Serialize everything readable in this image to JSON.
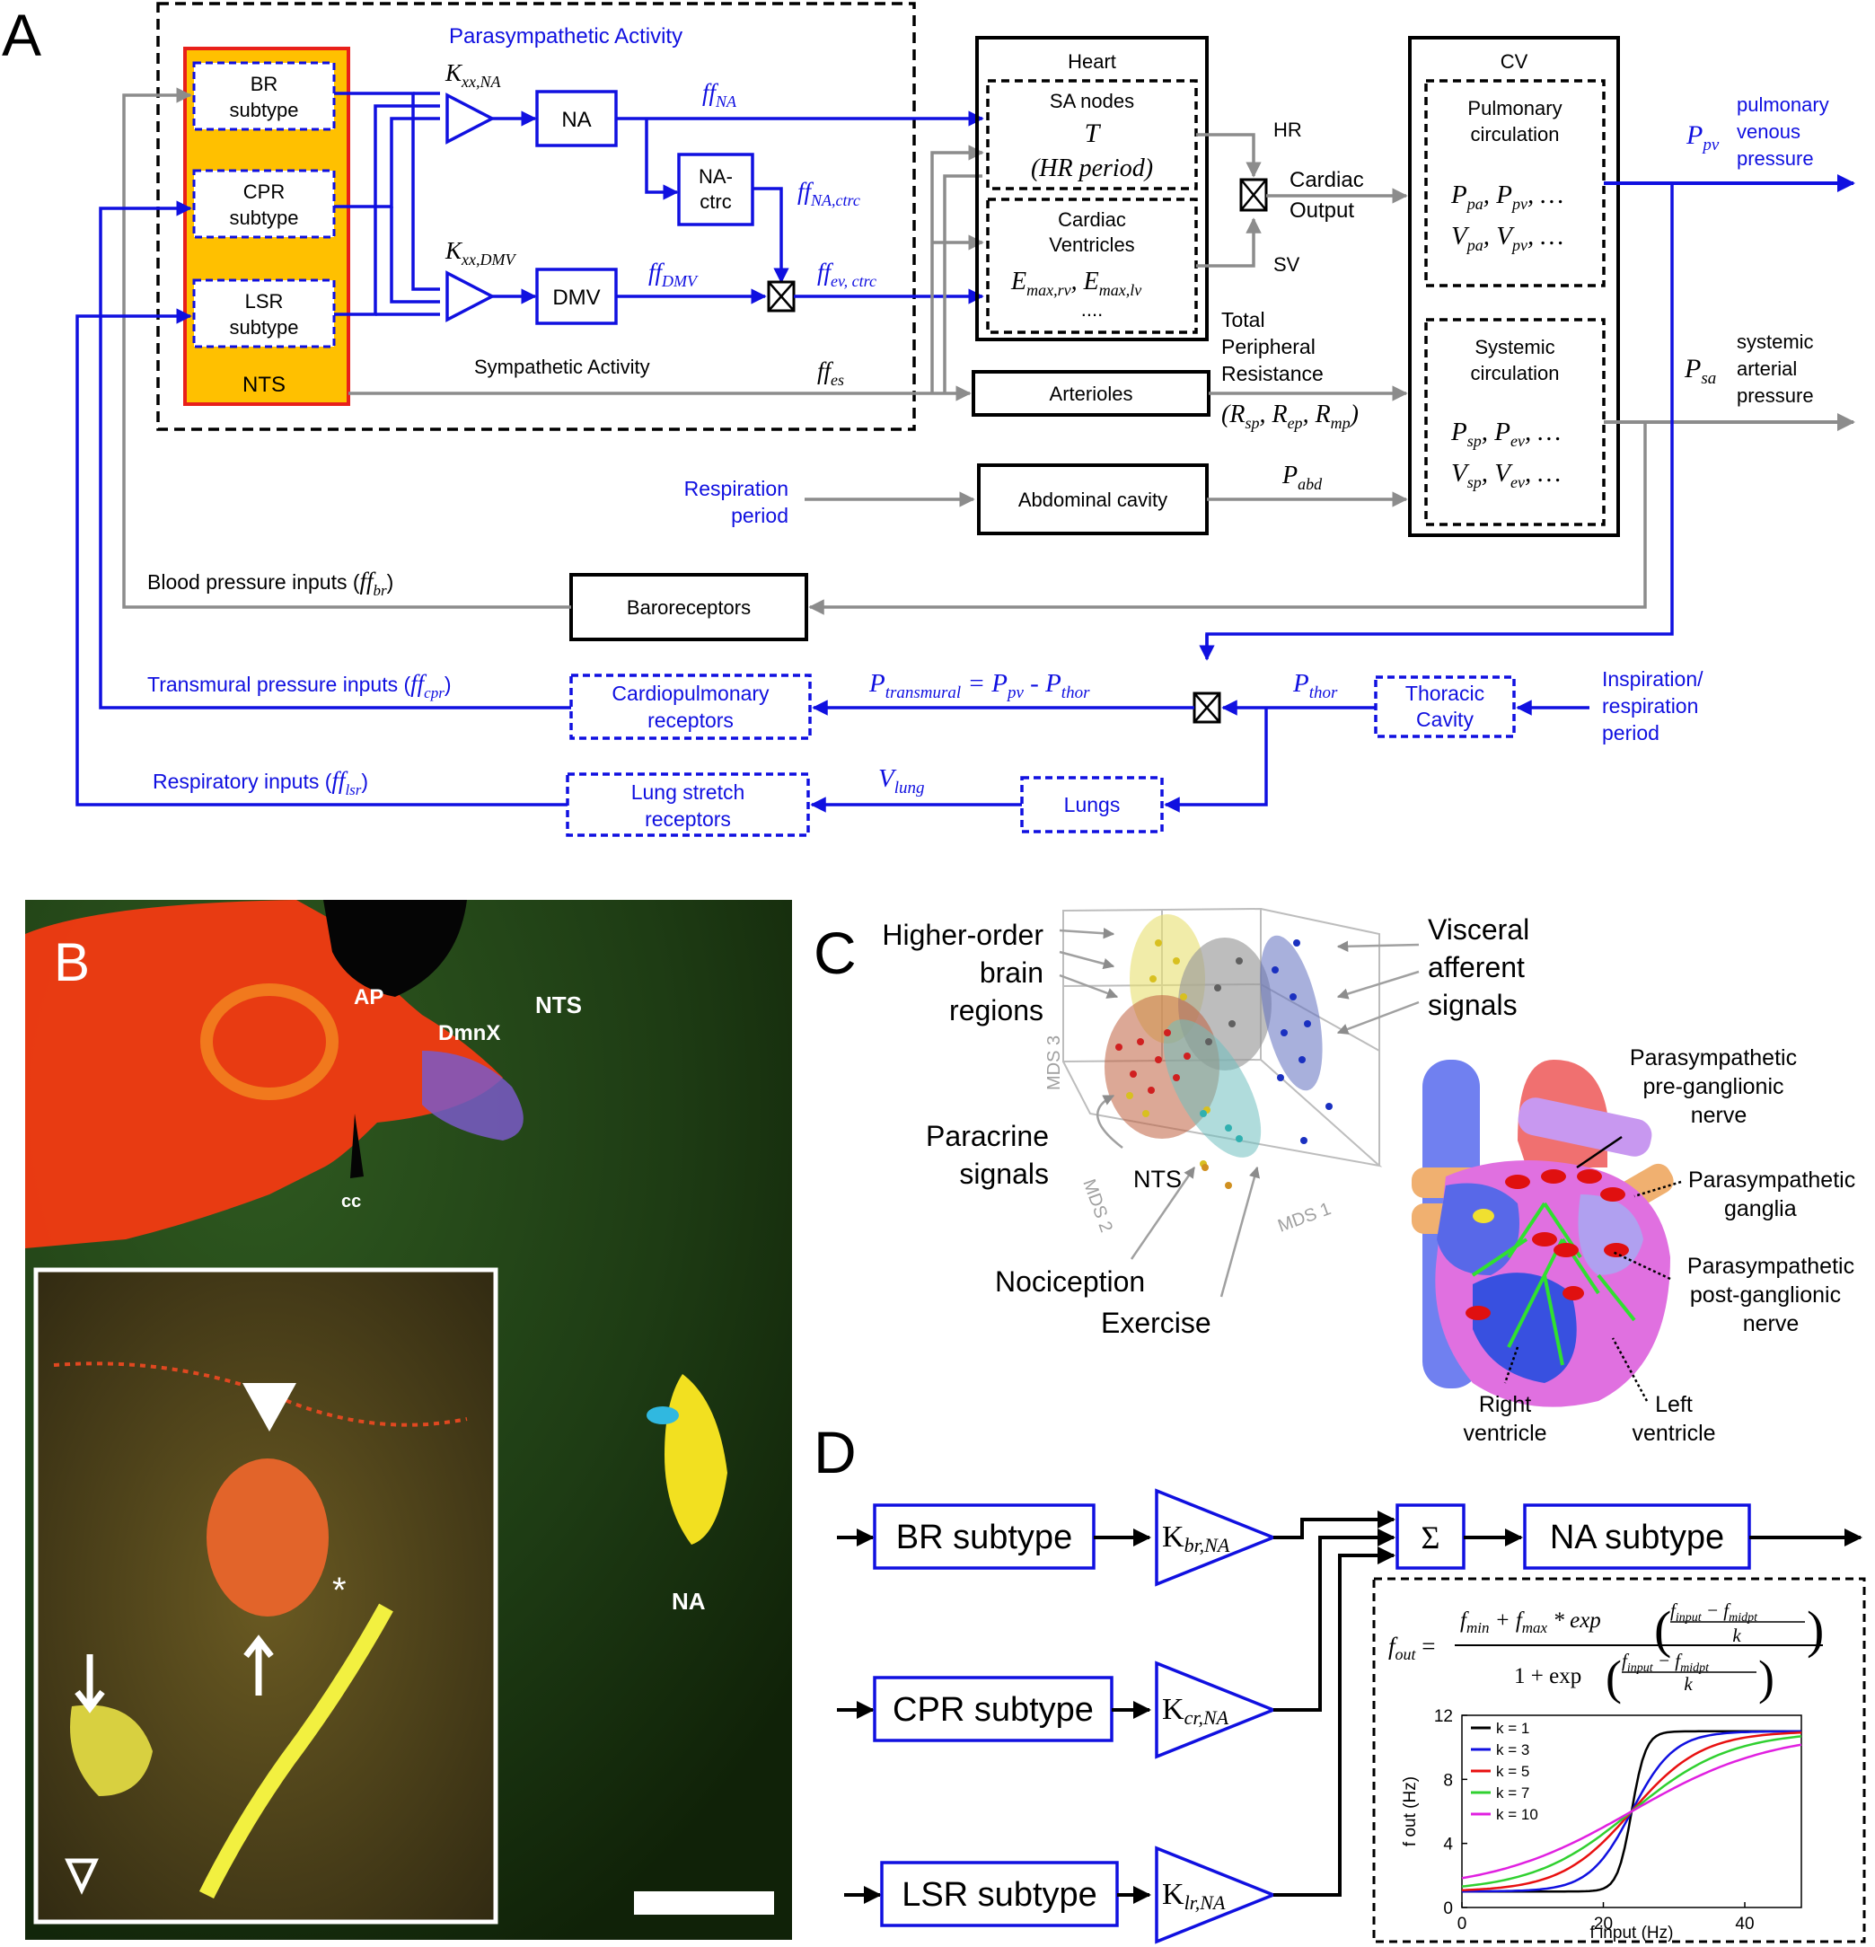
{
  "colors": {
    "blue": "#1010e0",
    "gray": "#8c8c8c",
    "black": "#000000",
    "nts_fill": "#ffc000",
    "nts_border": "#e8201a"
  },
  "panel_a": {
    "letter": "A",
    "parasym_activity": "Parasympathetic Activity",
    "sym_activity": "Sympathetic Activity",
    "br_subtype": [
      "BR",
      "subtype"
    ],
    "cpr_subtype": [
      "CPR",
      "subtype"
    ],
    "lsr_subtype": [
      "LSR",
      "subtype"
    ],
    "nts": "NTS",
    "k_na": "K",
    "k_na_sub": "xx,NA",
    "k_dmv": "K",
    "k_dmv_sub": "xx,DMV",
    "na": "NA",
    "na_ctrc": [
      "NA-",
      "ctrc"
    ],
    "dmv": "DMV",
    "ff_na": "ff",
    "ff_na_sub": "NA",
    "ff_na_ctrc": "ff",
    "ff_na_ctrc_sub": "NA,ctrc",
    "ff_dmv": "ff",
    "ff_dmv_sub": "DMV",
    "ff_ev_ctrc": "ff",
    "ff_ev_ctrc_sub": "ev, ctrc",
    "ff_es": "ff",
    "ff_es_sub": "es",
    "heart_title": "Heart",
    "sa_nodes": [
      "SA nodes",
      "T",
      "(HR period)"
    ],
    "ventricles": [
      "Cardiac",
      "Ventricles"
    ],
    "emax_a": "E",
    "emax_a_sub": "max,rv",
    "emax_b": "E",
    "emax_b_sub": "max,lv",
    "dots": "....",
    "hr": "HR",
    "sv": "SV",
    "cardiac_output": [
      "Cardiac",
      "Output"
    ],
    "arterioles": "Arterioles",
    "tpr": [
      "Total",
      "Peripheral",
      "Resistance"
    ],
    "r_sp": "R",
    "r_sp_sub": "sp",
    "r_ep": "R",
    "r_ep_sub": "ep",
    "r_mp": "R",
    "r_mp_sub": "mp",
    "cv_title": "CV",
    "pulmonary": [
      "Pulmonary",
      "circulation"
    ],
    "p_pa": "P",
    "p_pa_sub": "pa",
    "p_pv": "P",
    "p_pv_sub": "pv",
    "v_pa": "V",
    "v_pa_sub": "pa",
    "v_pv": "V",
    "v_pv_sub": "pv",
    "systemic": [
      "Systemic",
      "circulation"
    ],
    "p_sp": "P",
    "p_sp_sub": "sp",
    "p_ev": "P",
    "p_ev_sub": "ev",
    "v_sp": "V",
    "v_sp_sub": "sp",
    "v_ev": "V",
    "v_ev_sub": "ev",
    "ellipsis": ", …",
    "out_ppv": "P",
    "out_ppv_sub": "pv",
    "pulmonary_venous_pressure": [
      "pulmonary",
      "venous",
      "pressure"
    ],
    "out_psa": "P",
    "out_psa_sub": "sa",
    "systemic_arterial_pressure": [
      "systemic",
      "arterial",
      "pressure"
    ],
    "respiration_period": [
      "Respiration",
      "period"
    ],
    "abdominal_cavity": "Abdominal cavity",
    "p_abd": "P",
    "p_abd_sub": "abd",
    "blood_pressure_inputs": "Blood pressure inputs (",
    "ff_br": "ff",
    "ff_br_sub": "br",
    "baroreceptors": "Baroreceptors",
    "transmural_inputs": "Transmural pressure inputs (",
    "ff_cpr": "ff",
    "ff_cpr_sub": "cpr",
    "cardiopulmonary_receptors": [
      "Cardiopulmonary",
      "receptors"
    ],
    "p_transmural": "P",
    "p_transmural_sub": "transmural",
    "eq_mid": " = P",
    "eq_pv_sub": "pv",
    "eq_minus": " - P",
    "eq_thor_sub": "thor",
    "p_thor": "P",
    "p_thor_sub": "thor",
    "thoracic_cavity": [
      "Thoracic",
      "Cavity"
    ],
    "inspiration": [
      "Inspiration/",
      "respiration",
      "period"
    ],
    "respiratory_inputs": "Respiratory inputs (",
    "ff_lsr": "ff",
    "ff_lsr_sub": "lsr",
    "close_paren": ")",
    "lung_stretch": [
      "Lung stretch",
      "receptors"
    ],
    "v_lung": "V",
    "v_lung_sub": "lung",
    "lungs": "Lungs"
  },
  "panel_b": {
    "letter": "B",
    "ap": "AP",
    "dmnx": "DmnX",
    "nts": "NTS",
    "cc": "cc",
    "na": "NA",
    "asterisk": "*"
  },
  "panel_c": {
    "letter": "C",
    "higher_order": [
      "Higher-order",
      "brain",
      "regions"
    ],
    "visceral": [
      "Visceral",
      "afferent",
      "signals"
    ],
    "paracrine": [
      "Paracrine",
      "signals"
    ],
    "nts": "NTS",
    "nociception": "Nociception",
    "exercise": "Exercise",
    "mds1": "MDS 1",
    "mds2": "MDS 2",
    "mds3": "MDS 3",
    "pre_ganglionic": [
      "Parasympathetic",
      "pre-ganglionic",
      "nerve"
    ],
    "ganglia": [
      "Parasympathetic",
      "ganglia"
    ],
    "post_ganglionic": [
      "Parasympathetic",
      "post-ganglionic",
      "nerve"
    ],
    "right_ventricle": [
      "Right",
      "ventricle"
    ],
    "left_ventricle": [
      "Left",
      "ventricle"
    ]
  },
  "panel_d": {
    "letter": "D",
    "br_subtype": "BR subtype",
    "cpr_subtype": "CPR subtype",
    "lsr_subtype": "LSR subtype",
    "k_br": "K",
    "k_br_sub": "br,NA",
    "k_cr": "K",
    "k_cr_sub": "cr,NA",
    "k_lr": "K",
    "k_lr_sub": "lr,NA",
    "sigma": "Σ",
    "na_subtype": "NA subtype",
    "formula_lhs": "f",
    "formula_lhs_sub": "out",
    "formula_eq": " =",
    "formula_num": "f",
    "formula_num_a_sub": "min",
    "formula_plus": " +  f",
    "formula_num_b_sub": "max",
    "formula_exp": " * exp",
    "formula_den": "1 + exp",
    "frac_top": "f",
    "frac_top_sub1": "input",
    "frac_minus": " − f",
    "frac_top_sub2": "midpt",
    "frac_k": "k"
  },
  "chart_data": {
    "type": "line",
    "xlabel": "f input (Hz)",
    "ylabel": "f out (Hz)",
    "xlim": [
      0,
      48
    ],
    "ylim": [
      0,
      12
    ],
    "xticks": [
      0,
      20,
      40
    ],
    "yticks": [
      0,
      4,
      8,
      12
    ],
    "grid": false,
    "legend_position": "top-left",
    "f_min": 1,
    "f_max": 11,
    "f_midpt": 24,
    "series": [
      {
        "name": "k = 1",
        "k": 1,
        "color": "#000000"
      },
      {
        "name": "k = 3",
        "k": 3,
        "color": "#1010e0"
      },
      {
        "name": "k = 5",
        "k": 5,
        "color": "#e81010"
      },
      {
        "name": "k = 7",
        "k": 7,
        "color": "#30d030"
      },
      {
        "name": "k = 10",
        "k": 10,
        "color": "#e020e0"
      }
    ]
  }
}
